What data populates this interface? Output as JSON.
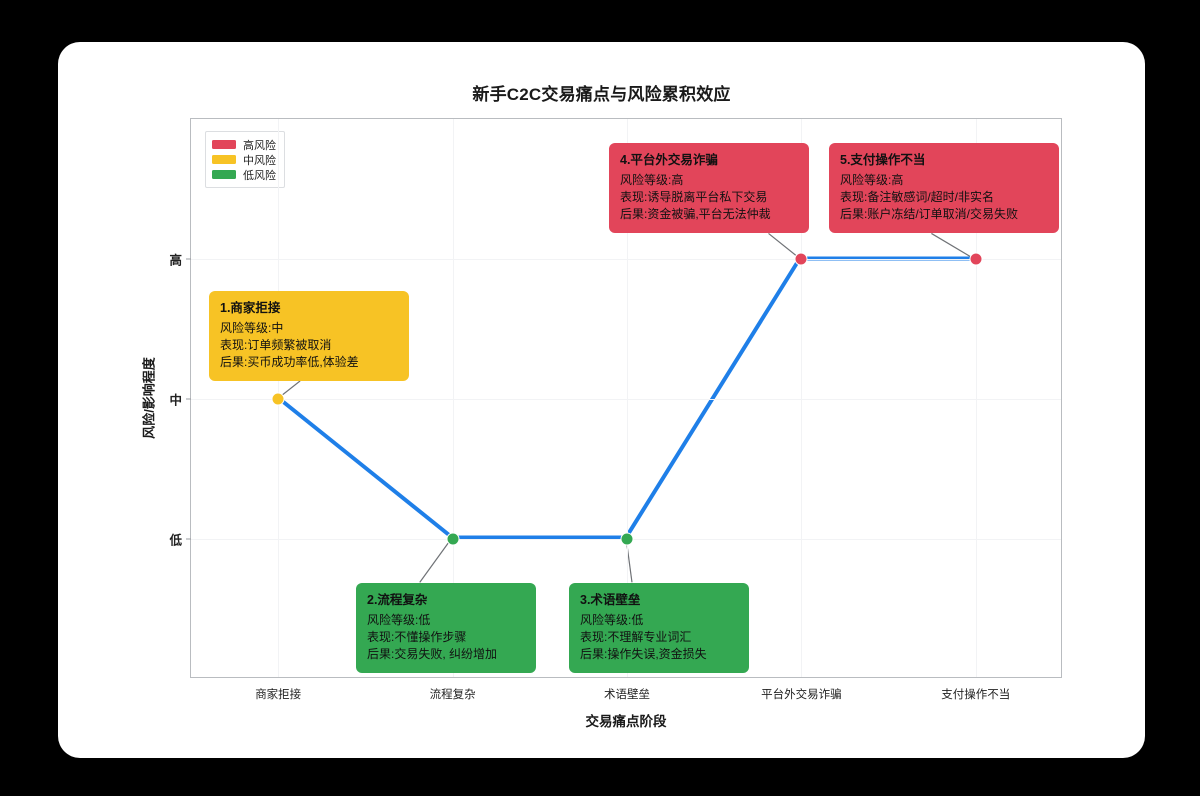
{
  "card": {
    "background": "#ffffff",
    "page_background": "#000000"
  },
  "chart_data": {
    "type": "line",
    "title": "新手C2C交易痛点与风险累积效应",
    "xlabel": "交易痛点阶段",
    "ylabel": "风险/影响程度",
    "categories": [
      "商家拒接",
      "流程复杂",
      "术语壁垒",
      "平台外交易诈骗",
      "支付操作不当"
    ],
    "ytick_labels": [
      "低",
      "中",
      "高"
    ],
    "yvalues_text": [
      "中",
      "低",
      "低",
      "高",
      "高"
    ],
    "values": [
      2,
      1,
      1,
      3,
      3
    ],
    "ylim": [
      0,
      4
    ],
    "grid": true,
    "legend_position": "top-left",
    "line_color": "#1f7fe8",
    "point_colors": [
      "#f7c325",
      "#34a852",
      "#34a852",
      "#e2455a",
      "#e2455a"
    ],
    "series": [
      {
        "name": "风险/影响程度",
        "values": [
          2,
          1,
          1,
          3,
          3
        ]
      }
    ]
  },
  "legend": {
    "items": [
      {
        "label": "高风险",
        "color": "#e2455a"
      },
      {
        "label": "中风险",
        "color": "#f7c325"
      },
      {
        "label": "低风险",
        "color": "#34a852"
      }
    ]
  },
  "annotations": [
    {
      "title": "1.商家拒接",
      "level": "风险等级:中",
      "symptom": "表现:订单频繁被取消",
      "result": "后果:买币成功率低,体验差",
      "risk": "mid"
    },
    {
      "title": "2.流程复杂",
      "level": "风险等级:低",
      "symptom": "表现:不懂操作步骤",
      "result": "后果:交易失败, 纠纷增加",
      "risk": "low"
    },
    {
      "title": "3.术语壁垒",
      "level": "风险等级:低",
      "symptom": "表现:不理解专业词汇",
      "result": "后果:操作失误,资金损失",
      "risk": "low"
    },
    {
      "title": "4.平台外交易诈骗",
      "level": "风险等级:高",
      "symptom": "表现:诱导脱离平台私下交易",
      "result": "后果:资金被骗,平台无法仲裁",
      "risk": "high"
    },
    {
      "title": "5.支付操作不当",
      "level": "风险等级:高",
      "symptom": "表现:备注敏感词/超时/非实名",
      "result": "后果:账户冻结/订单取消/交易失败",
      "risk": "high"
    }
  ]
}
